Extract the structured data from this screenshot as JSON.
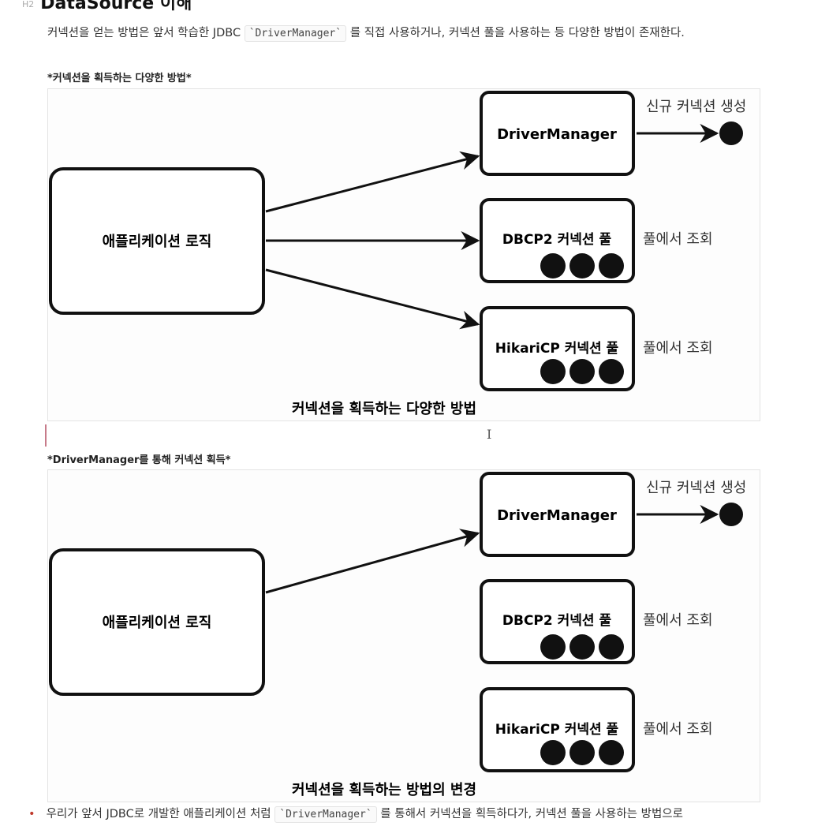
{
  "heading": {
    "level": "H2",
    "text": "DataSource 이해"
  },
  "intro": {
    "part1": "커넥션을 얻는 방법은 앞서 학습한 JDBC ",
    "code": "`DriverManager`",
    "part2": " 를 직접 사용하거나, 커넥션 풀을 사용하는 등 다양한 방법이 존재한다."
  },
  "diagram1": {
    "caption": "*커넥션을 획득하는 다양한 방법*",
    "app_logic": "애플리케이션 로직",
    "driver_manager": "DriverManager",
    "dbcp2": "DBCP2 커넥션 풀",
    "hikaricp": "HikariCP 커넥션 풀",
    "new_connection": "신규 커넥션 생성",
    "pool_lookup_1": "풀에서 조회",
    "pool_lookup_2": "풀에서 조회",
    "title": "커넥션을 획득하는 다양한 방법"
  },
  "diagram2": {
    "caption": "*DriverManager를 통해 커넥션 획득*",
    "app_logic": "애플리케이션 로직",
    "driver_manager": "DriverManager",
    "dbcp2": "DBCP2 커넥션 풀",
    "hikaricp": "HikariCP 커넥션 풀",
    "new_connection": "신규 커넥션 생성",
    "pool_lookup_1": "풀에서 조회",
    "pool_lookup_2": "풀에서 조회",
    "title": "커넥션을 획득하는 방법의 변경"
  },
  "bullet": {
    "part1": "우리가 앞서 JDBC로 개발한 애플리케이션 처럼 ",
    "code": "`DriverManager`",
    "part2": " 를 통해서 커넥션을 획득하다가, 커넥션 풀을 사용하는 방법으로"
  }
}
